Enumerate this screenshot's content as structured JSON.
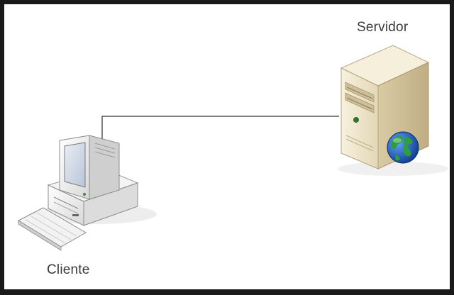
{
  "diagram": {
    "server": {
      "label": "Servidor",
      "icon": "server-tower-with-globe-icon"
    },
    "client": {
      "label": "Cliente",
      "icon": "desktop-computer-icon"
    },
    "connection": {
      "from": "client",
      "to": "server",
      "style": "line"
    }
  },
  "colors": {
    "background_border": "#1a1a1a",
    "canvas": "#ffffff",
    "connection_line": "#555555",
    "server_case": "#efe6cf",
    "computer_case": "#f2f2f2",
    "screen": "#cfd8e6",
    "globe_ocean": "#1f5fbf",
    "globe_land": "#2e9e3e"
  }
}
